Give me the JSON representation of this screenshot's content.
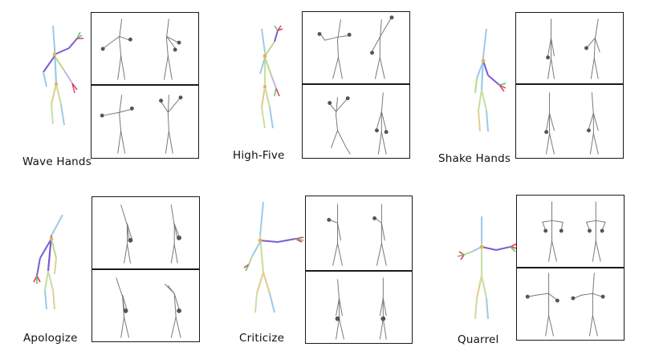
{
  "actions": [
    {
      "label": "Wave Hands"
    },
    {
      "label": "High-Five"
    },
    {
      "label": "Shake Hands"
    },
    {
      "label": "Apologize"
    },
    {
      "label": "Criticize"
    },
    {
      "label": "Quarrel"
    }
  ],
  "colors": {
    "spine": "#9ec9e6",
    "left_limb": "#7b5bd6",
    "right_limb": "#b7d88a",
    "leg_left": "#c8e0a3",
    "leg_right": "#e4ce92",
    "hand_red": "#e03a5a",
    "hand_green": "#5dc46a",
    "joint": "#e6b25a"
  }
}
